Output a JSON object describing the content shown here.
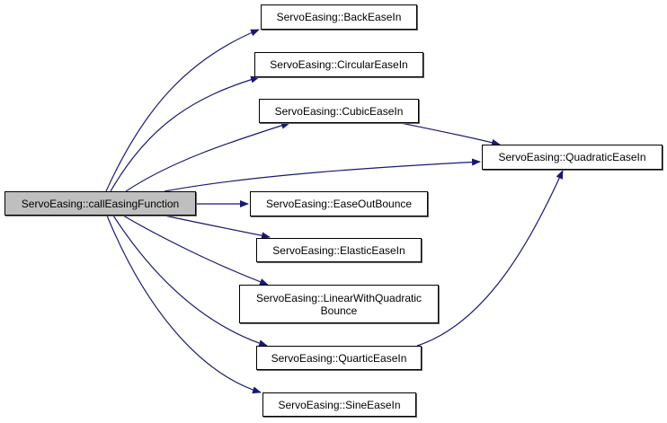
{
  "graph": {
    "edge_color": "#191970",
    "root": {
      "id": "root",
      "label": "ServoEasing::callEasingFunction",
      "fill": "#bfbfbf"
    },
    "nodes": [
      {
        "id": "back",
        "label": "ServoEasing::BackEaseIn"
      },
      {
        "id": "circular",
        "label": "ServoEasing::CircularEaseIn"
      },
      {
        "id": "cubic",
        "label": "ServoEasing::CubicEaseIn"
      },
      {
        "id": "quadratic",
        "label": "ServoEasing::QuadraticEaseIn"
      },
      {
        "id": "bounce",
        "label": "ServoEasing::EaseOutBounce"
      },
      {
        "id": "elastic",
        "label": "ServoEasing::ElasticEaseIn"
      },
      {
        "id": "linearquad",
        "label": "ServoEasing::LinearWithQuadratic\nBounce"
      },
      {
        "id": "quartic",
        "label": "ServoEasing::QuarticEaseIn"
      },
      {
        "id": "sine",
        "label": "ServoEasing::SineEaseIn"
      }
    ],
    "edges": [
      {
        "from": "root",
        "to": "back"
      },
      {
        "from": "root",
        "to": "circular"
      },
      {
        "from": "root",
        "to": "cubic"
      },
      {
        "from": "root",
        "to": "quadratic"
      },
      {
        "from": "root",
        "to": "bounce"
      },
      {
        "from": "root",
        "to": "elastic"
      },
      {
        "from": "root",
        "to": "linearquad"
      },
      {
        "from": "root",
        "to": "quartic"
      },
      {
        "from": "root",
        "to": "sine"
      },
      {
        "from": "cubic",
        "to": "quadratic"
      },
      {
        "from": "quartic",
        "to": "quadratic"
      }
    ]
  }
}
